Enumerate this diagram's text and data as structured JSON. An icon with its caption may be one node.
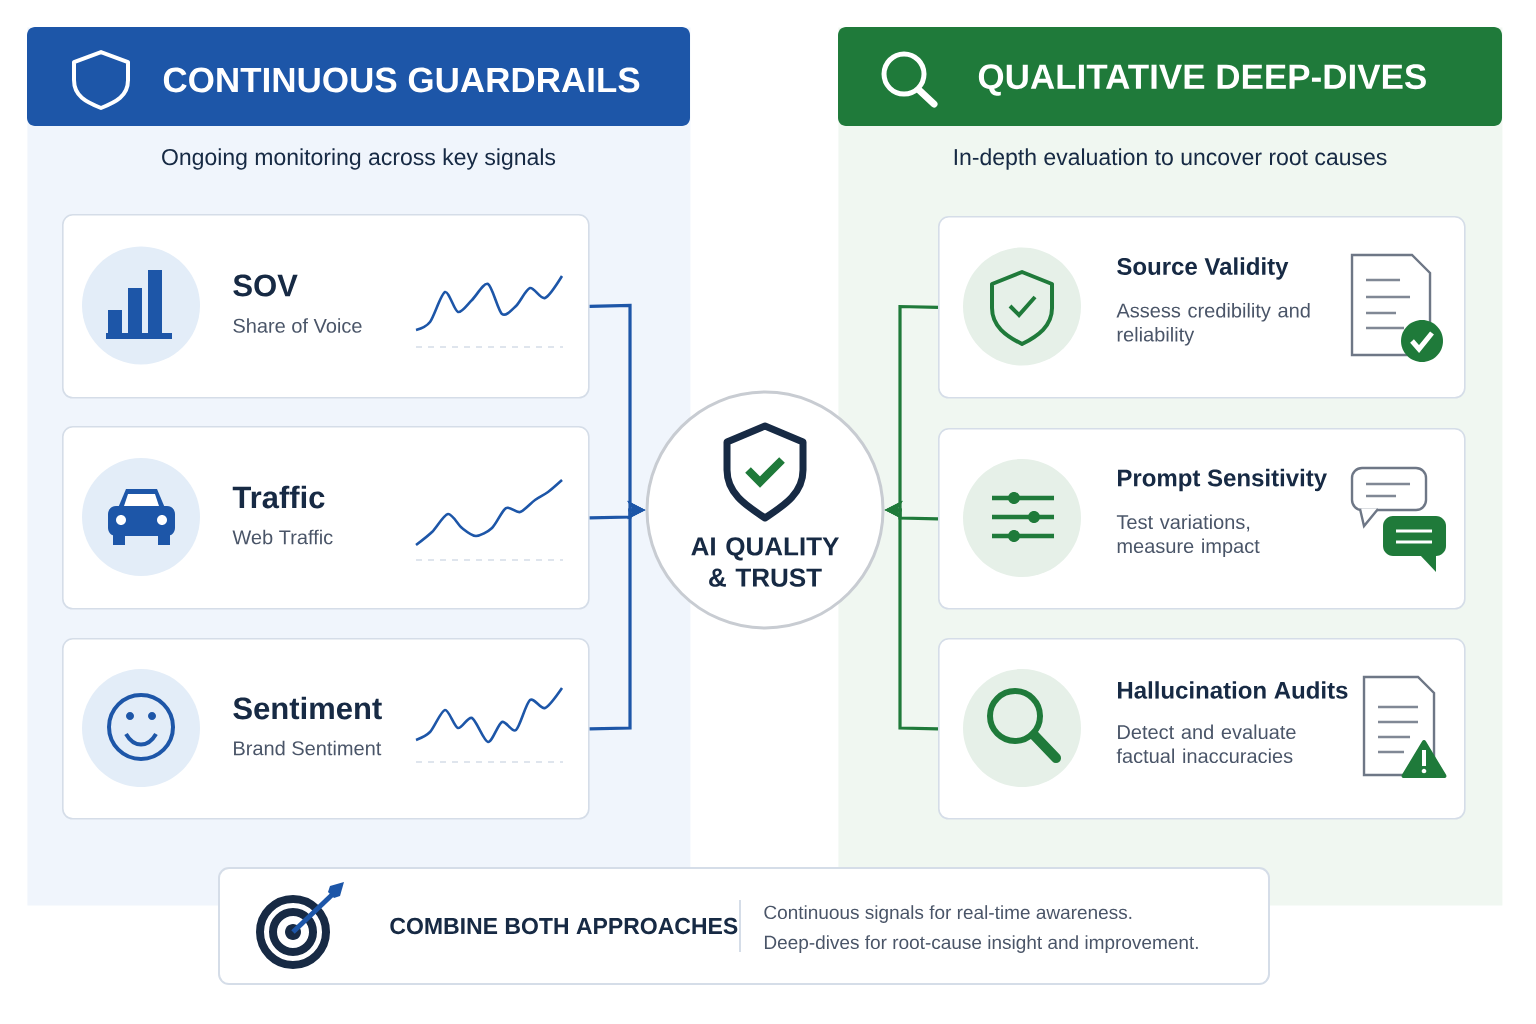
{
  "diagram": {
    "nodes": [
      {
        "text": [
          "CONTINUOUS GUARDRAILS",
          "Ongoing monitoring across key signals"
        ]
      },
      {
        "text": [
          "SOV",
          "Share of Voice"
        ],
        "in": 0
      },
      {
        "text": [
          "Traffic",
          "Web Traffic"
        ],
        "in": 0
      },
      {
        "text": [
          "Sentiment",
          "Brand Sentiment"
        ],
        "in": 0
      },
      {
        "text": [
          "AI QUALITY & TRUST"
        ]
      },
      {
        "text": [
          "QUALITATIVE DEEP-DIVES",
          "In-depth evaluation to uncover root causes"
        ]
      },
      {
        "text": [
          "Source Validity",
          "Assess credibility and reliability"
        ],
        "in": 5
      },
      {
        "text": [
          "Prompt Sensitivity",
          "Test variations, measure impact"
        ],
        "in": 5
      },
      {
        "text": [
          "Hallucination Audits",
          "Detect and evaluate factual inaccuracies"
        ],
        "in": 5
      },
      {
        "text": [
          "COMBINE BOTH APPROACHES",
          "Continuous signals for real-time awareness.",
          "Deep-dives for root-cause insight and improvement."
        ]
      }
    ],
    "edges": [
      {
        "from": 1,
        "to": 4,
        "arrow": "to",
        "color": "#1d56a8"
      },
      {
        "from": 2,
        "to": 4,
        "arrow": "to",
        "color": "#1d56a8"
      },
      {
        "from": 3,
        "to": 4,
        "arrow": "to",
        "color": "#1d56a8"
      },
      {
        "from": 6,
        "to": 4,
        "arrow": "to",
        "color": "#1f7a3a"
      },
      {
        "from": 7,
        "to": 4,
        "arrow": "to",
        "color": "#1f7a3a"
      },
      {
        "from": 8,
        "to": 4,
        "arrow": "to",
        "color": "#1f7a3a"
      }
    ]
  }
}
